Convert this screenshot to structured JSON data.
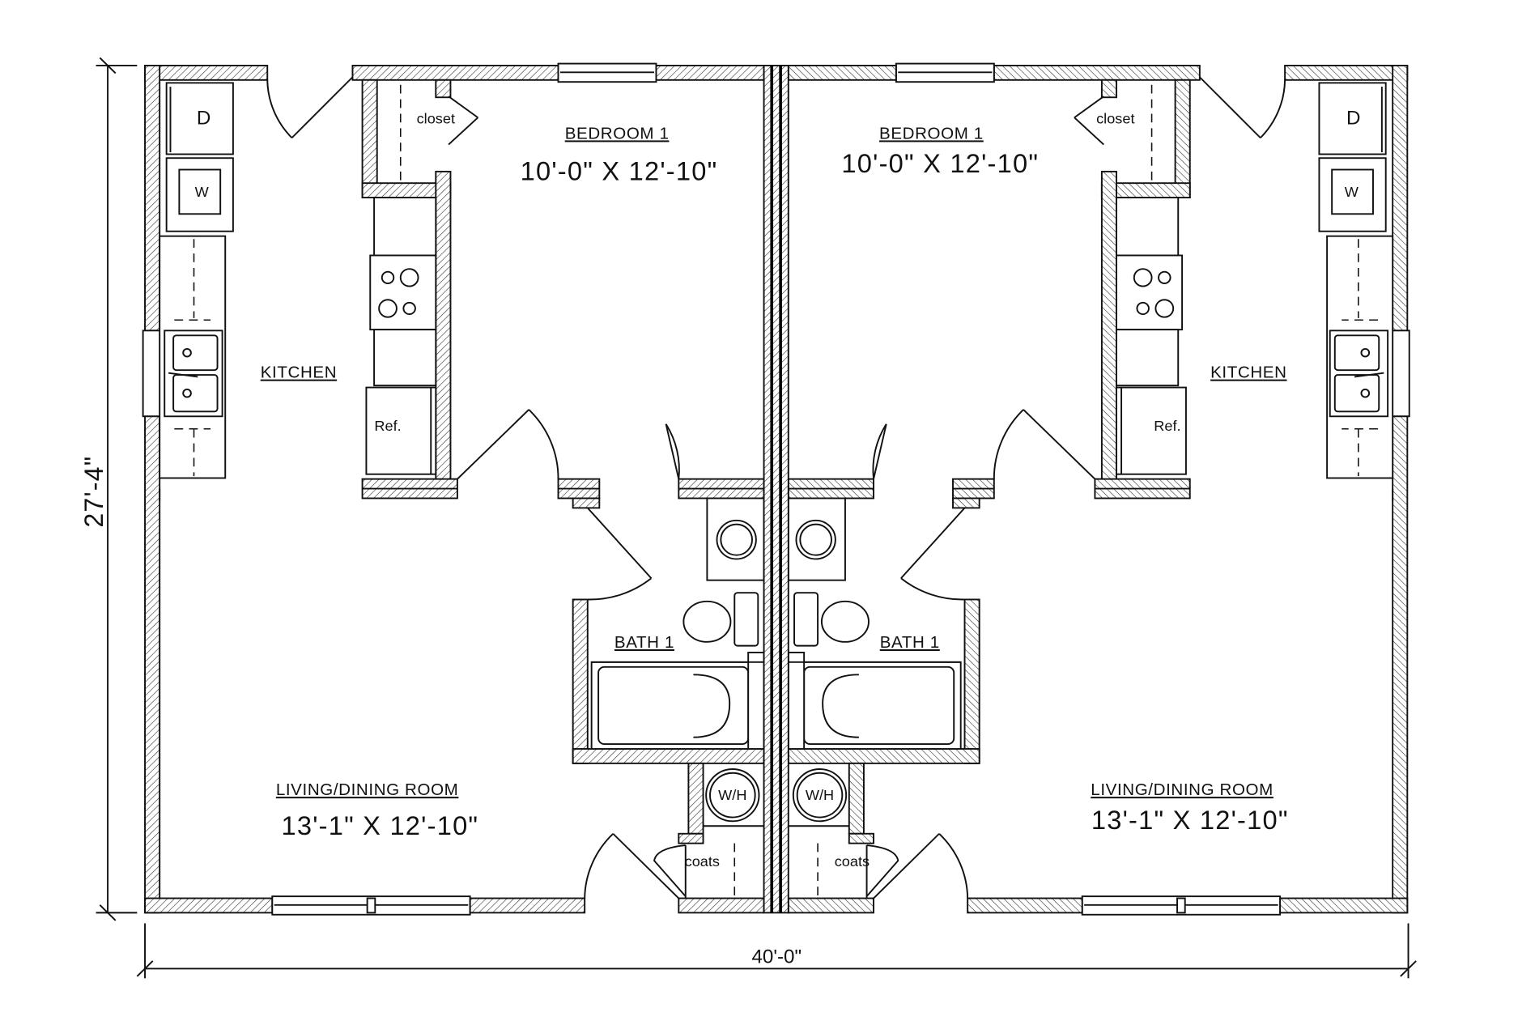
{
  "units": {
    "left": {
      "bedroom_label": "BEDROOM 1",
      "bedroom_dims": "10'-0\" X 12'-10\"",
      "closet_label": "closet",
      "kitchen_label": "KITCHEN",
      "fridge_label": "Ref.",
      "dryer_label": "D",
      "washer_label": "W",
      "bath_label": "BATH 1",
      "living_label": "LIVING/DINING ROOM",
      "living_dims": "13'-1\" X 12'-10\"",
      "coats_label": "coats",
      "water_heater_label": "W/H"
    },
    "right": {
      "bedroom_label": "BEDROOM 1",
      "bedroom_dims": "10'-0\" X 12'-10\"",
      "closet_label": "closet",
      "kitchen_label": "KITCHEN",
      "fridge_label": "Ref.",
      "dryer_label": "D",
      "washer_label": "W",
      "bath_label": "BATH 1",
      "living_label": "LIVING/DINING ROOM",
      "living_dims": "13'-1\" X 12'-10\"",
      "coats_label": "coats",
      "water_heater_label": "W/H"
    }
  },
  "dimensions": {
    "overall_depth": "27'-4\"",
    "overall_width": "40'-0\""
  }
}
